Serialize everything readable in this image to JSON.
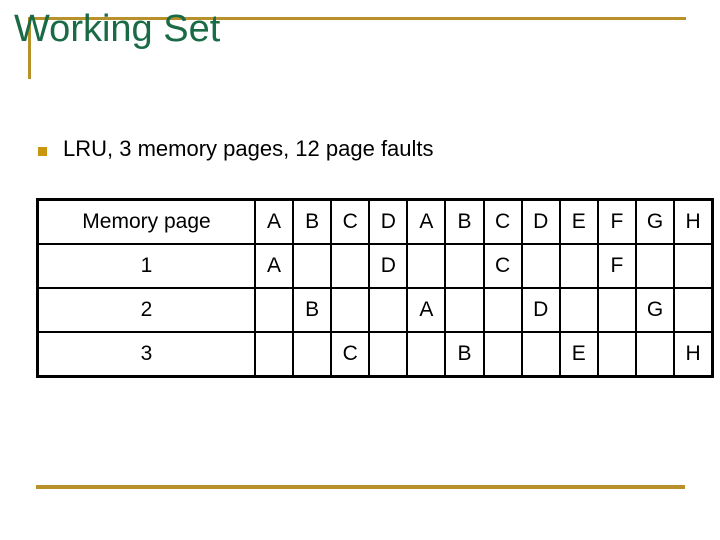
{
  "slide": {
    "title": "Working Set",
    "bullet": {
      "marker": "square-bullet",
      "text": "LRU, 3 memory pages, 12 page faults"
    }
  },
  "colors": {
    "title_green": "#1a6b45",
    "accent_gold": "#b8912a",
    "bullet_gold": "#c8960f",
    "page_letter_purple": "#c07fd8",
    "table_border": "#000000",
    "background": "#ffffff"
  },
  "table": {
    "corner_header": "Memory page",
    "reference_string": [
      "A",
      "B",
      "C",
      "D",
      "A",
      "B",
      "C",
      "D",
      "E",
      "F",
      "G",
      "H"
    ],
    "rows": [
      {
        "label": "1",
        "cells": [
          "A",
          "",
          "",
          "D",
          "",
          "",
          "C",
          "",
          "",
          "F",
          "",
          ""
        ]
      },
      {
        "label": "2",
        "cells": [
          "",
          "B",
          "",
          "",
          "A",
          "",
          "",
          "D",
          "",
          "",
          "G",
          ""
        ]
      },
      {
        "label": "3",
        "cells": [
          "",
          "",
          "C",
          "",
          "",
          "B",
          "",
          "",
          "E",
          "",
          "",
          "H"
        ]
      }
    ]
  }
}
